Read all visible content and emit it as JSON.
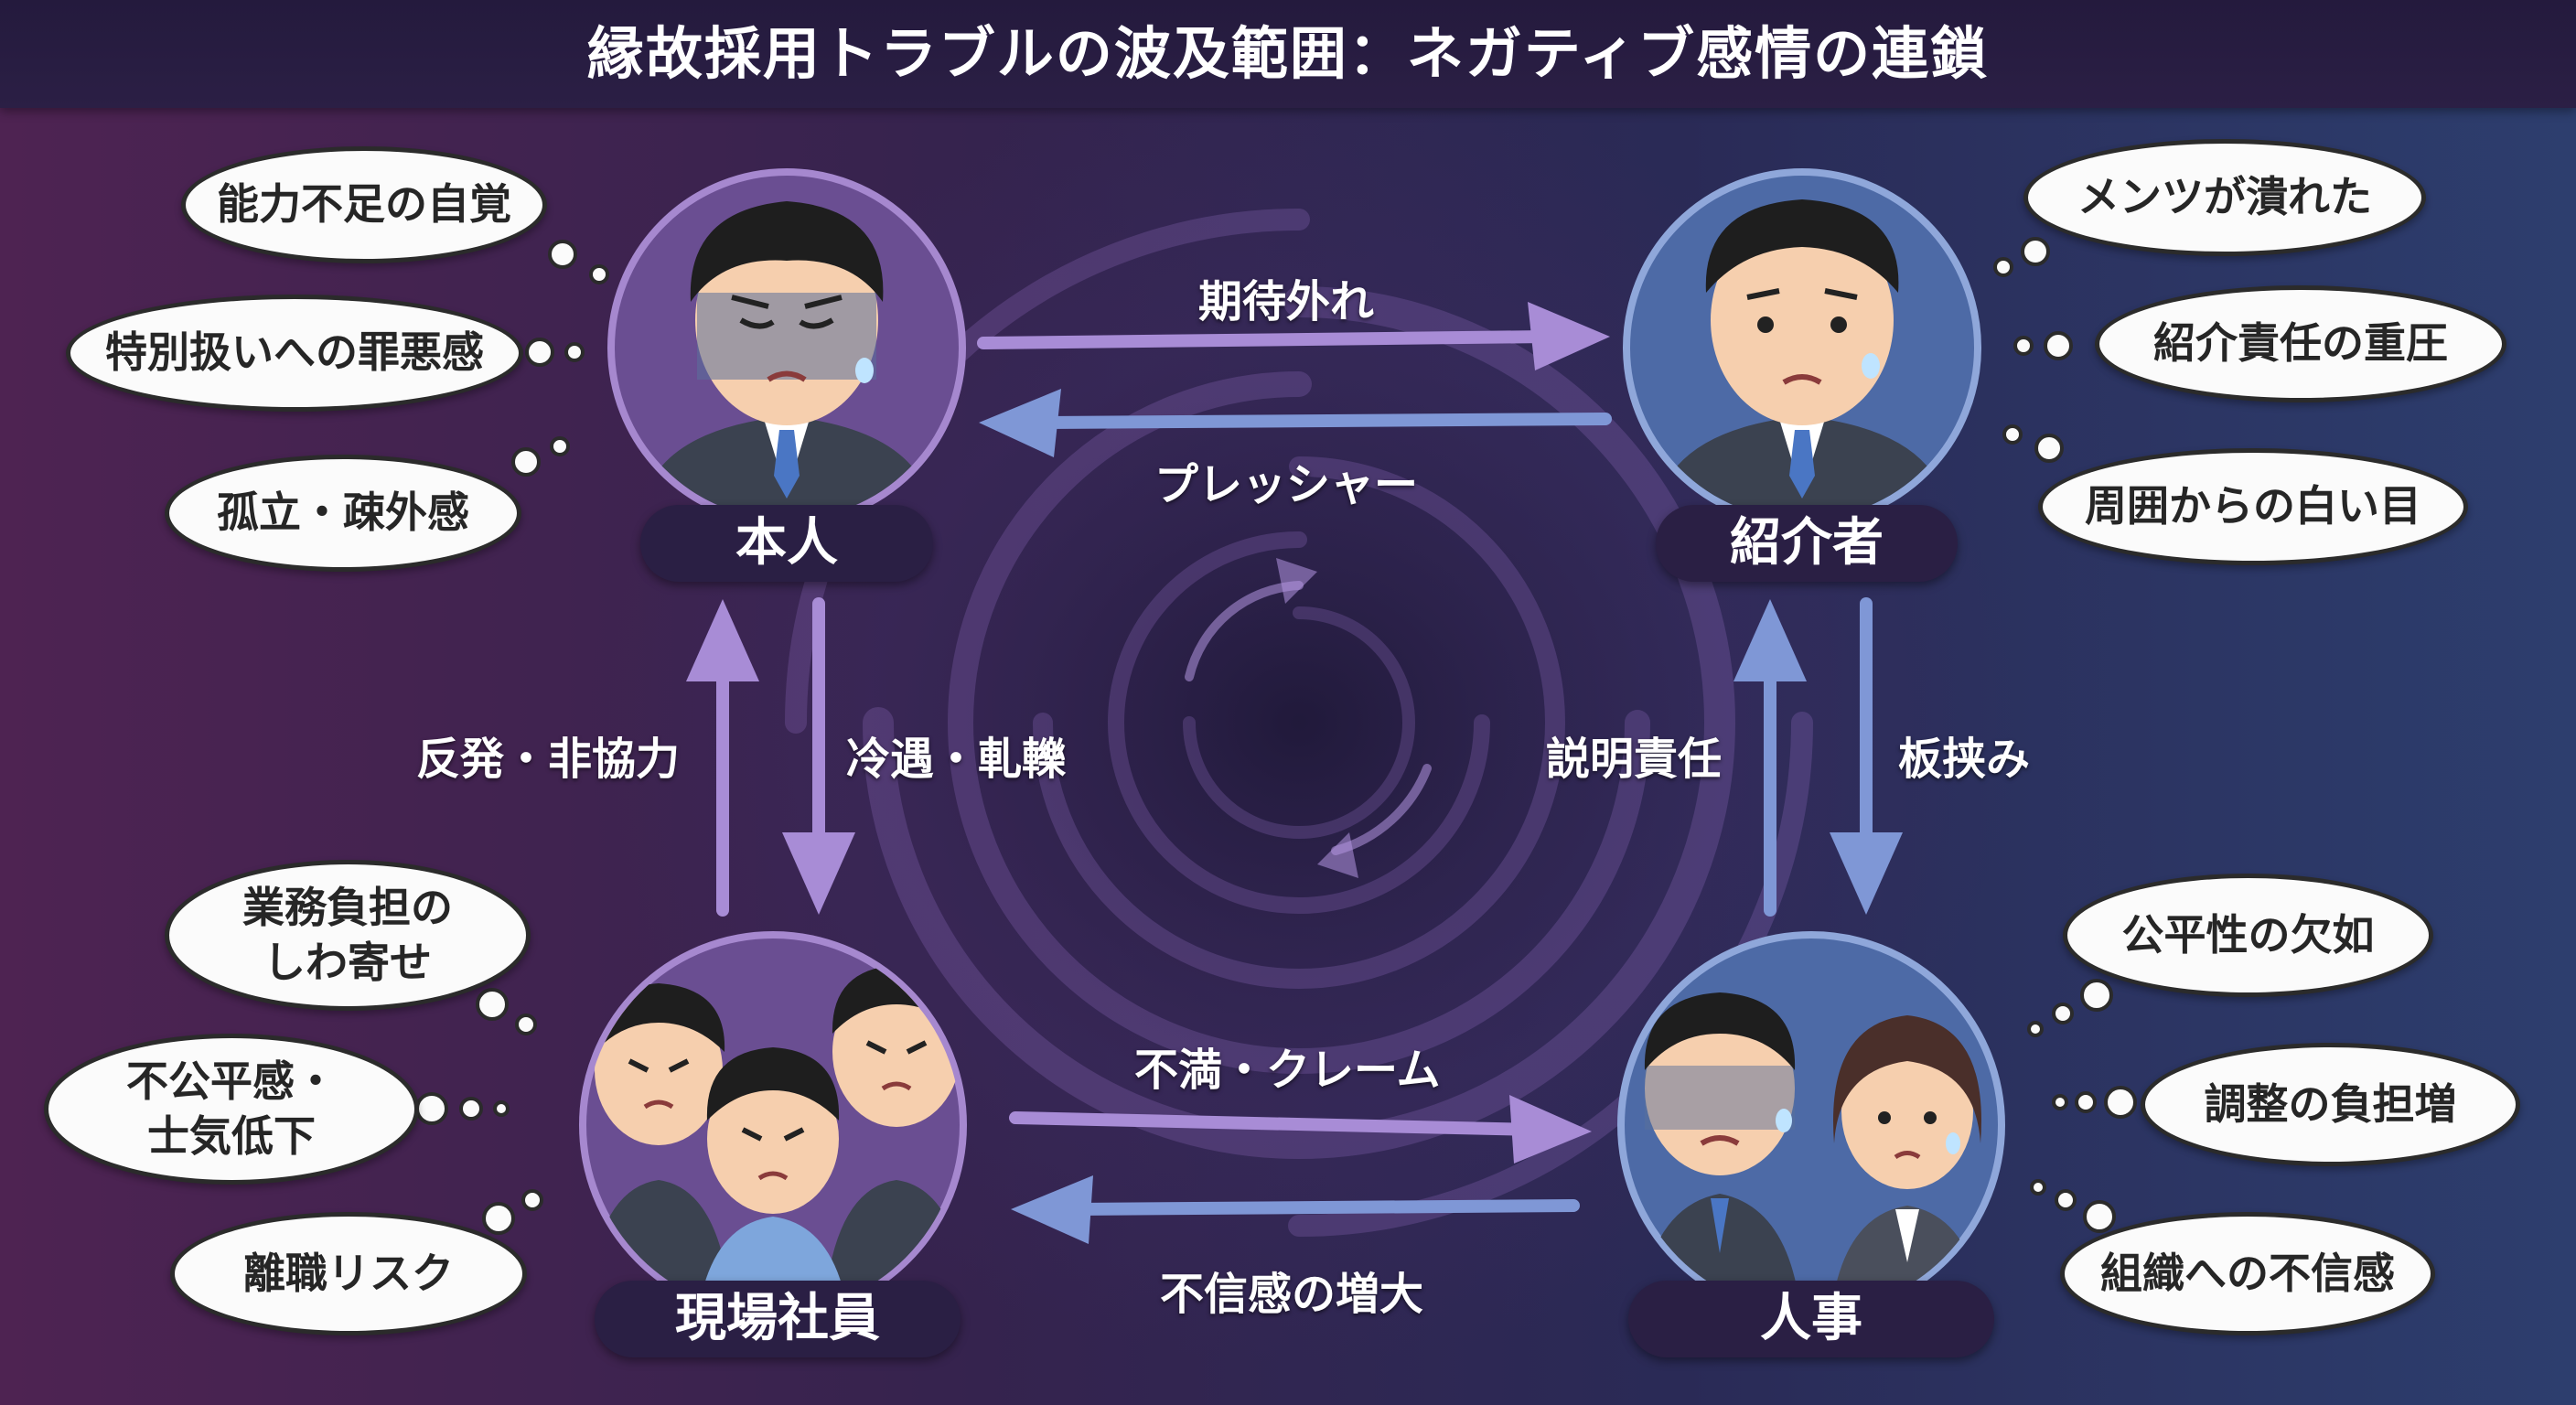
{
  "title": "縁故採用トラブルの波及範囲：ネガティブ感情の連鎖",
  "nodes": {
    "honnin": {
      "label": "本人",
      "feelings": [
        "能力不足の自覚",
        "特別扱いへの罪悪感",
        "孤立・疎外感"
      ]
    },
    "shokaisha": {
      "label": "紹介者",
      "feelings": [
        "メンツが潰れた",
        "紹介責任の重圧",
        "周囲からの白い目"
      ]
    },
    "genba": {
      "label": "現場社員",
      "feelings": [
        [
          "業務負担の",
          "しわ寄せ"
        ],
        [
          "不公平感・",
          "士気低下"
        ],
        "離職リスク"
      ]
    },
    "jinji": {
      "label": "人事",
      "feelings": [
        "公平性の欠如",
        "調整の負担増",
        "組織への不信感"
      ]
    }
  },
  "edges": [
    {
      "from": "本人",
      "to": "紹介者",
      "label": "期待外れ"
    },
    {
      "from": "紹介者",
      "to": "本人",
      "label": "プレッシャー"
    },
    {
      "from": "現場社員",
      "to": "本人",
      "label": "反発・非協力"
    },
    {
      "from": "本人",
      "to": "現場社員",
      "label": "冷遇・軋轢"
    },
    {
      "from": "人事",
      "to": "紹介者",
      "label": "説明責任"
    },
    {
      "from": "紹介者",
      "to": "人事",
      "label": "板挟み"
    },
    {
      "from": "現場社員",
      "to": "人事",
      "label": "不満・クレーム"
    },
    {
      "from": "人事",
      "to": "現場社員",
      "label": "不信感の増大"
    }
  ],
  "colors": {
    "arrow_purple": "#a88cd6",
    "arrow_blue": "#7f97d6",
    "node_label_bg": "#2a1f44",
    "circle_purple": "#8c6ab0",
    "circle_blue": "#6e88c4"
  }
}
